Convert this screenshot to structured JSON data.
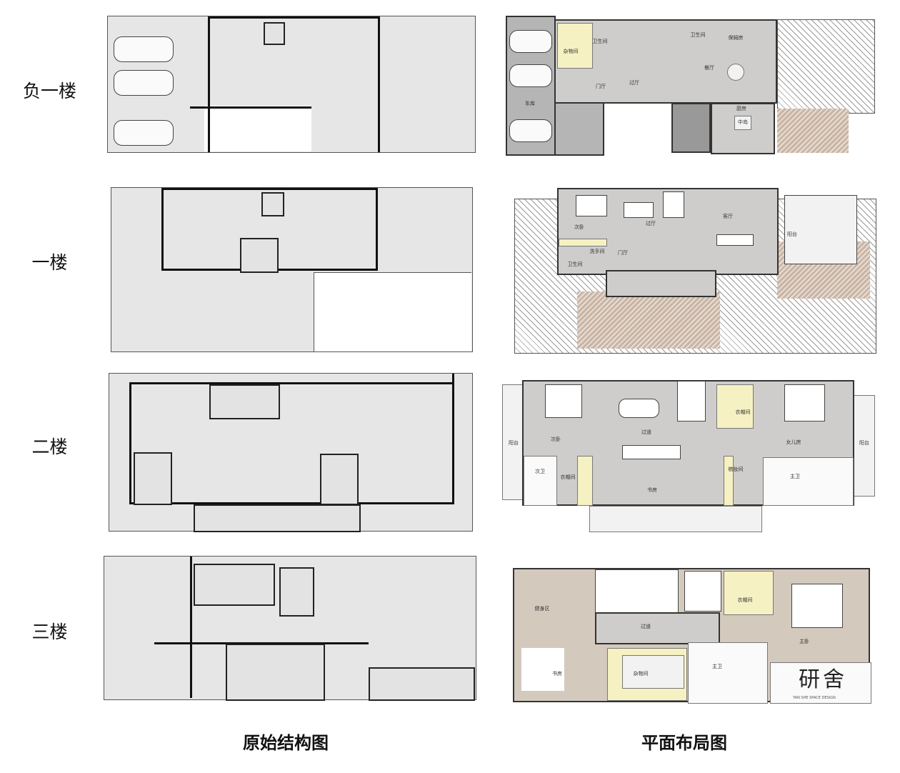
{
  "floors": [
    {
      "label": "负一楼",
      "rooms": [
        "杂物间",
        "卫生间",
        "卫生间",
        "保姆房",
        "餐厅",
        "门厅",
        "过厅",
        "车库",
        "厨房",
        "中岛"
      ]
    },
    {
      "label": "一楼",
      "rooms": [
        "次卧",
        "过厅",
        "客厅",
        "门厅",
        "洗手间",
        "卫生间",
        "阳台"
      ]
    },
    {
      "label": "二楼",
      "rooms": [
        "次卧",
        "过道",
        "衣帽间",
        "女儿房",
        "阳台",
        "阳台",
        "次卫",
        "衣帽间",
        "书房",
        "梳妆间",
        "主卫"
      ]
    },
    {
      "label": "三楼",
      "rooms": [
        "健身区",
        "过道",
        "衣帽间",
        "主卧",
        "书房",
        "杂物间",
        "主卫"
      ]
    }
  ],
  "captions": {
    "original": "原始结构图",
    "layout": "平面布局图"
  },
  "logo": {
    "text": "研舍",
    "subtitle": "YAN SHE SPACE DESIGN"
  },
  "colors": {
    "floor_gray": "#cfcdcb",
    "closet_yellow": "#f6f1c2",
    "wood_deck": "#c9b5a5"
  }
}
